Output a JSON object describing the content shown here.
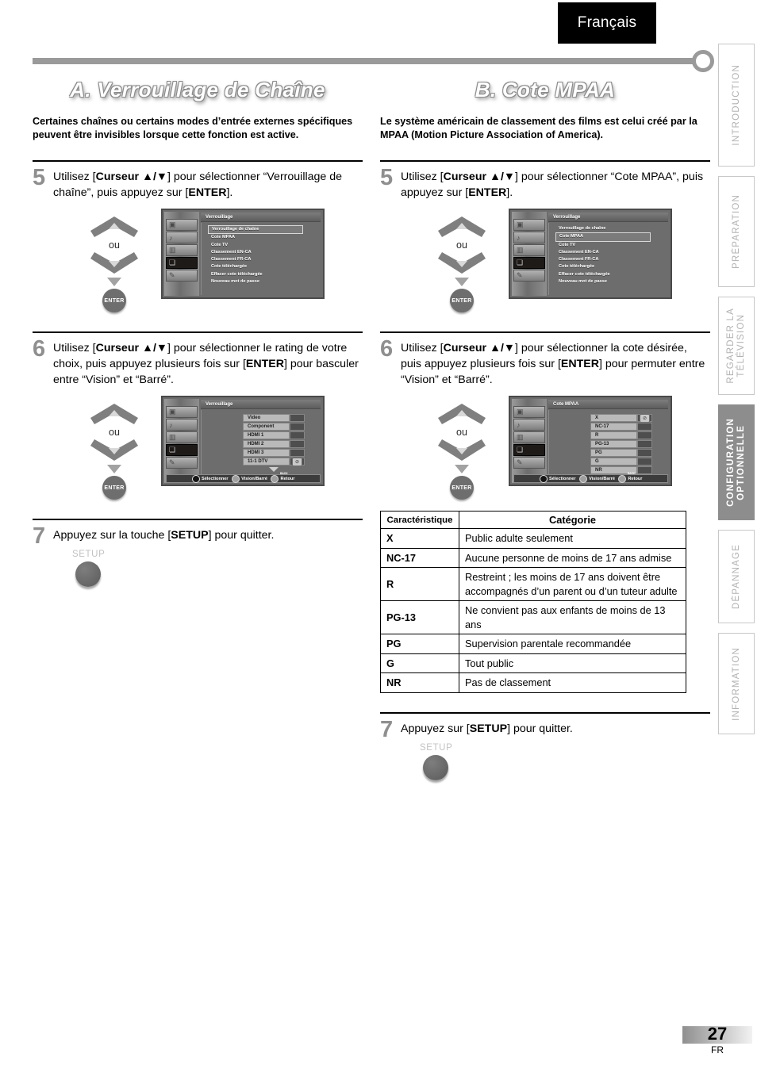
{
  "language_tab": "Français",
  "side_tabs": [
    {
      "label": "INTRODUCTION",
      "active": false
    },
    {
      "label": "PRÉPARATION",
      "active": false
    },
    {
      "label": "REGARDER LA\nTÉLÉVISION",
      "active": false
    },
    {
      "label": "CONFIGURATION\nOPTIONNELLE",
      "active": true
    },
    {
      "label": "DÉPANNAGE",
      "active": false
    },
    {
      "label": "INFORMATION",
      "active": false
    }
  ],
  "left_column": {
    "title": "A. Verrouillage de Chaîne",
    "intro": "Certaines chaînes ou certains modes d’entrée externes spécifiques peuvent être invisibles lorsque cette fonction est active.",
    "step5": {
      "num": "5",
      "text_1": "Utilisez [",
      "bold_1": "Curseur ▲/▼",
      "text_2": "] pour sélectionner “Verrouillage de chaîne”, puis appuyez sur [",
      "bold_2": "ENTER",
      "text_3": "].",
      "remote": {
        "ou": "ou",
        "enter": "ENTER"
      },
      "tv": {
        "title": "Verrouillage",
        "items": [
          "Verrouillage de chaîne",
          "Cote MPAA",
          "Cote TV",
          "Classement EN-CA",
          "Classement FR-CA",
          "Cote téléchargée",
          "Effacer cote téléchargée",
          "Nouveau mot de passe"
        ],
        "highlighted_index": 0
      }
    },
    "step6": {
      "num": "6",
      "text_1": "Utilisez [",
      "bold_1": "Curseur ▲/▼",
      "text_2": "] pour sélectionner le rating de votre choix, puis appuyez plusieurs fois sur [",
      "bold_2": "ENTER",
      "text_3": "] pour basculer entre “Vision” et “Barré”.",
      "remote": {
        "ou": "ou",
        "enter": "ENTER"
      },
      "tv": {
        "title": "Verrouillage",
        "rows": [
          "Video",
          "Component",
          "HDMI 1",
          "HDMI 2",
          "HDMI 3",
          "11-1 DTV"
        ],
        "locked_index": 5,
        "lock_glyph": "⊘",
        "status": {
          "select": "Sélectionner",
          "toggle": "Vision/Barré",
          "back_small": "BACK",
          "back": "Retour"
        }
      }
    },
    "step7": {
      "num": "7",
      "text_1": "Appuyez sur la touche [",
      "bold_1": "SETUP",
      "text_2": "] pour quitter.",
      "setup_label": "SETUP"
    }
  },
  "right_column": {
    "title": "B. Cote MPAA",
    "intro": "Le système américain de classement des films est celui créé par la MPAA (Motion Picture Association of America).",
    "step5": {
      "num": "5",
      "text_1": "Utilisez [",
      "bold_1": "Curseur ▲/▼",
      "text_2": "] pour sélectionner “Cote MPAA”, puis appuyez sur [",
      "bold_2": "ENTER",
      "text_3": "].",
      "remote": {
        "ou": "ou",
        "enter": "ENTER"
      },
      "tv": {
        "title": "Verrouillage",
        "items": [
          "Verrouillage de chaîne",
          "Cote MPAA",
          "Cote TV",
          "Classement EN-CA",
          "Classement FR-CA",
          "Cote téléchargée",
          "Effacer cote téléchargée",
          "Nouveau mot de passe"
        ],
        "highlighted_index": 1
      }
    },
    "step6": {
      "num": "6",
      "text_1": "Utilisez [",
      "bold_1": "Curseur ▲/▼",
      "text_2": "] pour sélectionner la cote désirée, puis appuyez plusieurs fois sur [",
      "bold_2": "ENTER",
      "text_3": "] pour permuter entre “Vision” et “Barré”.",
      "remote": {
        "ou": "ou",
        "enter": "ENTER"
      },
      "tv": {
        "title": "Cote MPAA",
        "rows": [
          "X",
          "NC-17",
          "R",
          "PG-13",
          "PG",
          "G",
          "NR"
        ],
        "locked_index": 0,
        "lock_glyph": "⊘",
        "status": {
          "select": "Sélectionner",
          "toggle": "Vision/Barré",
          "back_small": "BACK",
          "back": "Retour"
        }
      }
    },
    "table": {
      "headers": [
        "Caractéristique",
        "Catégorie"
      ],
      "rows": [
        [
          "X",
          "Public adulte seulement"
        ],
        [
          "NC-17",
          "Aucune personne de moins de 17 ans admise"
        ],
        [
          "R",
          "Restreint ; les moins de 17 ans doivent être accompagnés d’un parent ou d’un tuteur adulte"
        ],
        [
          "PG-13",
          "Ne convient pas aux enfants de moins de 13 ans"
        ],
        [
          "PG",
          "Supervision parentale recommandée"
        ],
        [
          "G",
          "Tout public"
        ],
        [
          "NR",
          "Pas de classement"
        ]
      ]
    },
    "step7": {
      "num": "7",
      "text_1": "Appuyez sur [",
      "bold_1": "SETUP",
      "text_2": "] pour quitter.",
      "setup_label": "SETUP"
    }
  },
  "footer": {
    "page_number": "27",
    "lang_code": "FR"
  }
}
